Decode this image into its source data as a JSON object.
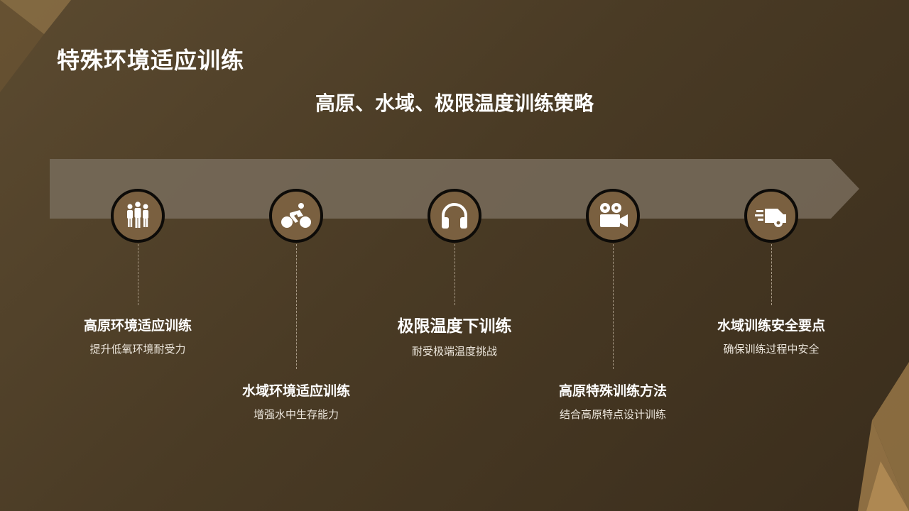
{
  "header": {
    "title": "特殊环境适应训练",
    "subtitle": "高原、水域、极限温度训练策略"
  },
  "colors": {
    "background_start": "#5b4a30",
    "background_end": "#3a2d1c",
    "accent": "#7a6040",
    "circle_border": "#0d0b08",
    "band": "#786c5c"
  },
  "steps": [
    {
      "icon": "people-group-icon",
      "title": "高原环境适应训练",
      "desc": "提升低氧环境耐受力"
    },
    {
      "icon": "cyclist-icon",
      "title": "水域环境适应训练",
      "desc": "增强水中生存能力"
    },
    {
      "icon": "headphones-icon",
      "title": "极限温度下训练",
      "desc": "耐受极端温度挑战"
    },
    {
      "icon": "video-camera-icon",
      "title": "高原特殊训练方法",
      "desc": "结合高原特点设计训练"
    },
    {
      "icon": "fast-truck-icon",
      "title": "水域训练安全要点",
      "desc": "确保训练过程中安全"
    }
  ]
}
